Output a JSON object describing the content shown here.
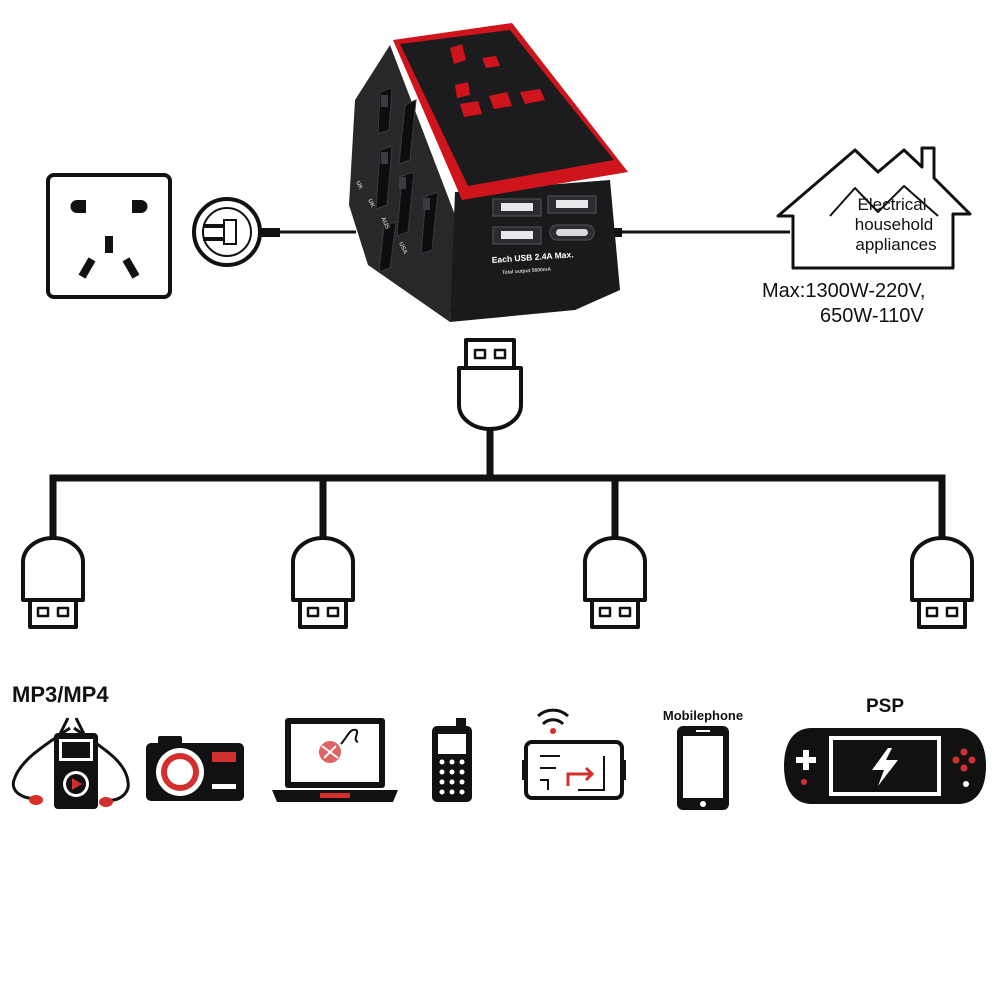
{
  "adapter": {
    "usb_label": "Each USB 2.4A Max.",
    "total_output": "Total output 5600mA",
    "region_labels": [
      "UK",
      "UK",
      "AUS",
      "USA"
    ]
  },
  "house": {
    "label_lines": [
      "Electrical",
      "household",
      "appliances"
    ]
  },
  "max_rating": {
    "line1": "Max:1300W-220V,",
    "line2": "650W-110V"
  },
  "devices": {
    "mp3_label": "MP3/MP4",
    "mobilephone_label": "Mobilephone",
    "psp_label": "PSP"
  },
  "colors": {
    "adapter_body": "#1c1c1e",
    "adapter_rim": "#d0141c",
    "accent_red": "#d32f2f",
    "line": "#111111"
  },
  "icons": {
    "wall_outlet": "cn-wall-outlet-icon",
    "plug": "two-pin-plug-icon",
    "adapter": "universal-travel-adapter-icon",
    "house": "house-outline-icon",
    "usb": "usb-connector-icon",
    "mp3": "mp3-player-earphones-icon",
    "camera": "camera-icon",
    "laptop": "laptop-icon",
    "feature_phone": "feature-phone-icon",
    "tablet": "wireless-tablet-icon",
    "smartphone": "smartphone-icon",
    "psp": "psp-console-icon"
  }
}
